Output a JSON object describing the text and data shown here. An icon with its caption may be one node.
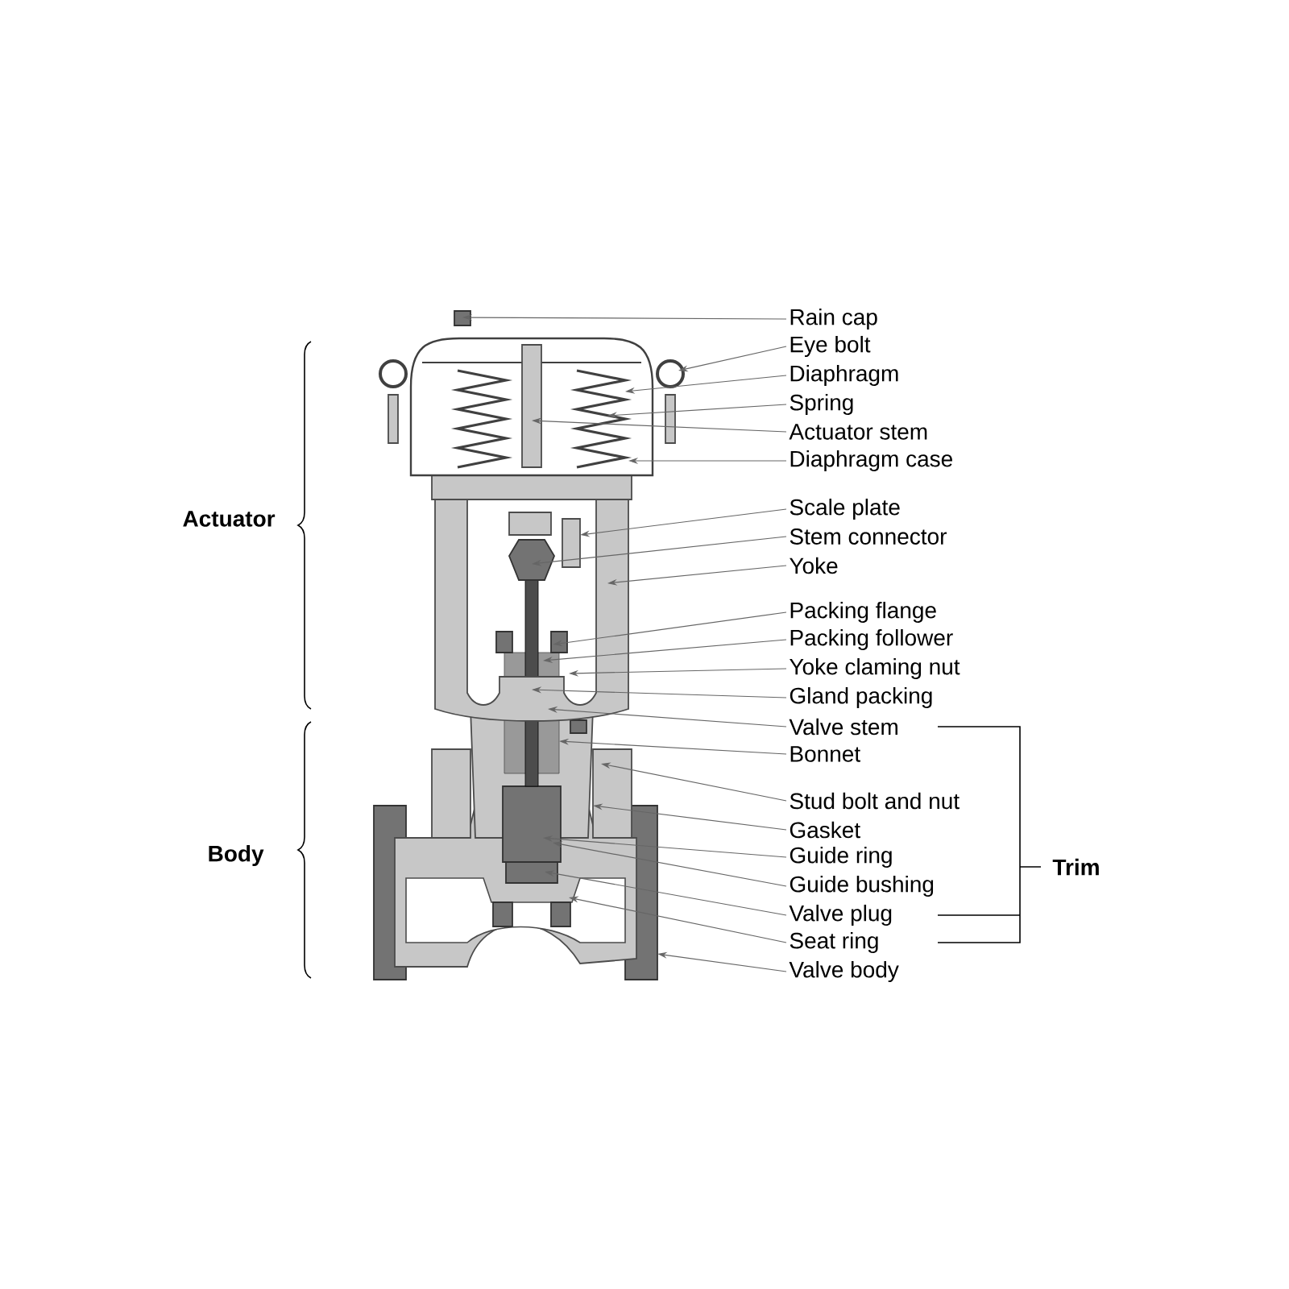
{
  "diagram": {
    "nodes": [
      {
        "text": [
          "Rain cap"
        ]
      },
      {
        "text": [
          "Eye bolt"
        ]
      },
      {
        "text": [
          "Diaphragm"
        ]
      },
      {
        "text": [
          "Spring"
        ]
      },
      {
        "text": [
          "Actuator stem"
        ]
      },
      {
        "text": [
          "Diaphragm case"
        ]
      },
      {
        "text": [
          "Scale plate"
        ]
      },
      {
        "text": [
          "Stem connector"
        ]
      },
      {
        "text": [
          "Yoke"
        ]
      },
      {
        "text": [
          "Packing flange"
        ]
      },
      {
        "text": [
          "Packing follower"
        ]
      },
      {
        "text": [
          "Yoke claming nut"
        ]
      },
      {
        "text": [
          "Gland packing"
        ]
      },
      {
        "text": [
          "Valve stem"
        ]
      },
      {
        "text": [
          "Bonnet"
        ]
      },
      {
        "text": [
          "Stud bolt and nut"
        ]
      },
      {
        "text": [
          "Gasket"
        ]
      },
      {
        "text": [
          "Guide ring"
        ]
      },
      {
        "text": [
          "Guide bushing"
        ]
      },
      {
        "text": [
          "Valve plug"
        ]
      },
      {
        "text": [
          "Seat ring"
        ]
      },
      {
        "text": [
          "Valve body"
        ]
      }
    ],
    "edges": [
      {
        "from": 0,
        "to": null,
        "arrow": "to"
      },
      {
        "from": 1,
        "to": null,
        "arrow": "to"
      },
      {
        "from": 2,
        "to": null,
        "arrow": "to"
      },
      {
        "from": 3,
        "to": null,
        "arrow": "to"
      },
      {
        "from": 4,
        "to": null,
        "arrow": "to"
      },
      {
        "from": 5,
        "to": null,
        "arrow": "to"
      },
      {
        "from": 6,
        "to": null,
        "arrow": "to"
      },
      {
        "from": 7,
        "to": null,
        "arrow": "to"
      },
      {
        "from": 8,
        "to": null,
        "arrow": "to"
      },
      {
        "from": 9,
        "to": null,
        "arrow": "to"
      },
      {
        "from": 10,
        "to": null,
        "arrow": "to"
      },
      {
        "from": 11,
        "to": null,
        "arrow": "to"
      },
      {
        "from": 12,
        "to": null,
        "arrow": "to"
      },
      {
        "from": 13,
        "to": null,
        "arrow": "to"
      },
      {
        "from": 14,
        "to": null,
        "arrow": "to"
      },
      {
        "from": 15,
        "to": null,
        "arrow": "to"
      },
      {
        "from": 16,
        "to": null,
        "arrow": "to"
      },
      {
        "from": 17,
        "to": null,
        "arrow": "to"
      },
      {
        "from": 18,
        "to": null,
        "arrow": "to"
      },
      {
        "from": 19,
        "to": null,
        "arrow": "to"
      },
      {
        "from": 20,
        "to": null,
        "arrow": "to"
      },
      {
        "from": 21,
        "to": null,
        "arrow": "to"
      }
    ],
    "labels": [
      "Actuator",
      "Body",
      "Trim"
    ]
  }
}
